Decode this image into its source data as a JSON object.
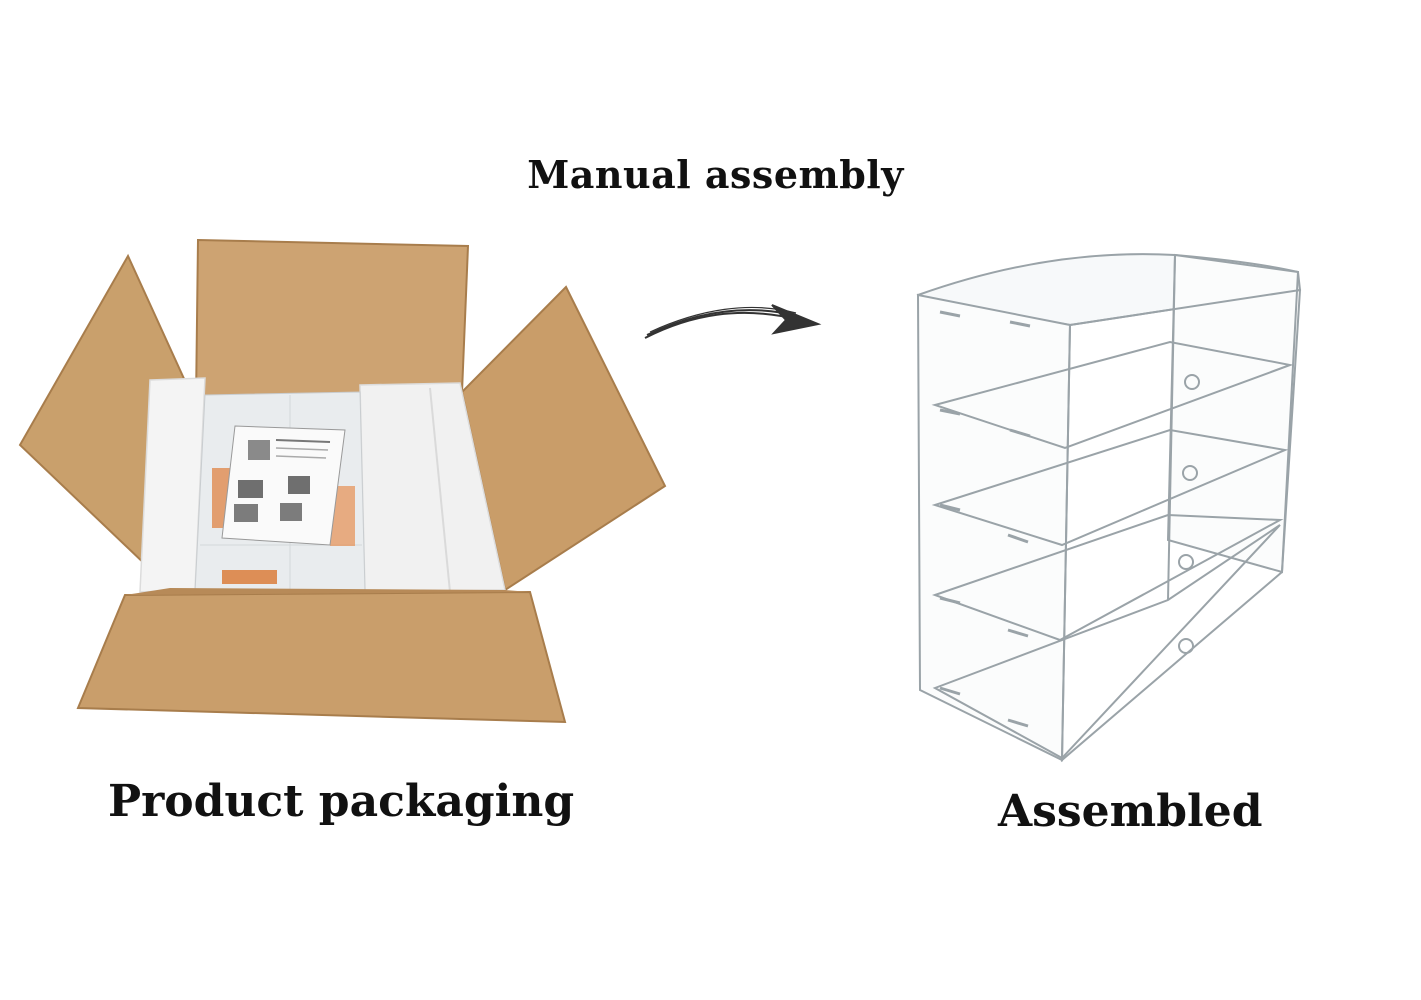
{
  "captions": {
    "top": "Manual assembly",
    "left": "Product packaging",
    "right": "Assembled"
  },
  "colors": {
    "cardboard": "#c99e6b",
    "cardboard_dark": "#b78a58",
    "foam": "#f2f2f2",
    "acrylic_edge": "#9aa3a8"
  },
  "images": {
    "box": "open-cardboard-box-image",
    "arrow": "curved-arrow-icon",
    "cabinet": "acrylic-display-cabinet-image"
  }
}
